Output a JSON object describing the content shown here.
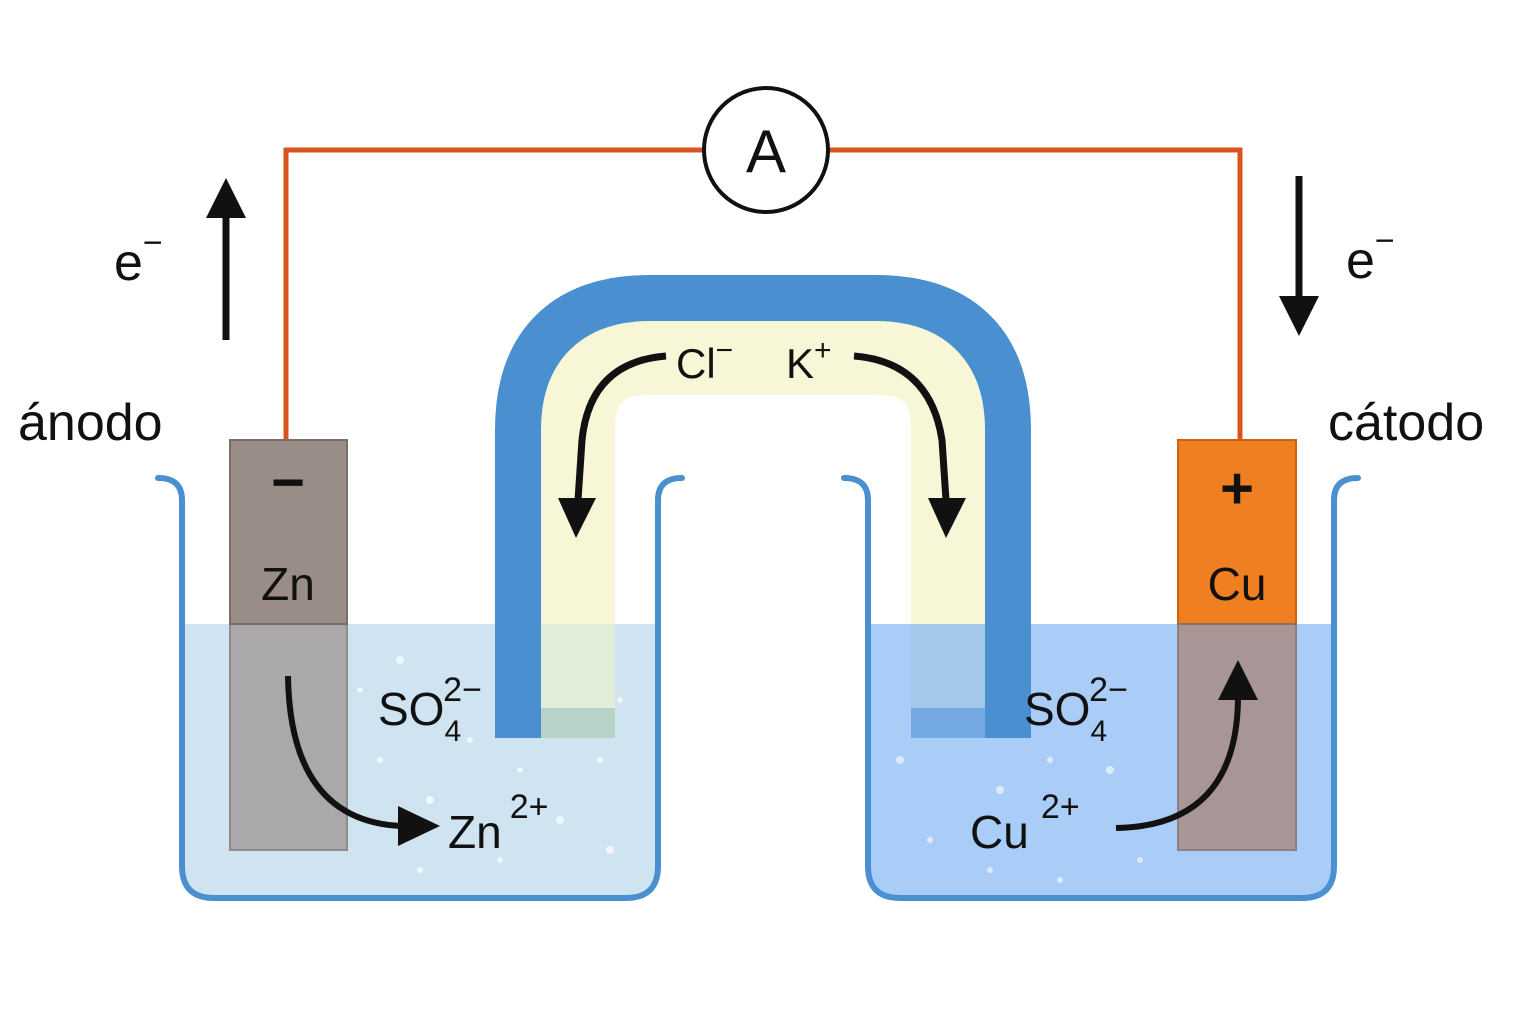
{
  "labels": {
    "anode": "ánodo",
    "cathode": "cátodo"
  },
  "electron_flow": {
    "symbol": "e",
    "charge": "−",
    "left_direction": "up",
    "right_direction": "down"
  },
  "ammeter": {
    "symbol": "A"
  },
  "anode_electrode": {
    "symbol": "Zn",
    "sign": "−"
  },
  "cathode_electrode": {
    "symbol": "Cu",
    "sign": "+"
  },
  "salt_bridge": {
    "anion": "Cl",
    "anion_charge": "−",
    "cation": "K",
    "cation_charge": "+"
  },
  "left_solution": {
    "sulfate": "SO",
    "sulfate_sub": "4",
    "sulfate_sup": "2−",
    "metal_ion": "Zn",
    "metal_ion_sup": "2+"
  },
  "right_solution": {
    "sulfate": "SO",
    "sulfate_sub": "4",
    "sulfate_sup": "2−",
    "metal_ion": "Cu",
    "metal_ion_sup": "2+"
  },
  "colors": {
    "wire": "#d9541e",
    "beaker_outline": "#4a90d0",
    "left_solution": "#cfe3f0",
    "right_solution": "#a9cdf7",
    "zinc": "#9a8c87",
    "copper": "#f07f22",
    "salt_bridge_fill": "#f7f7d8"
  }
}
